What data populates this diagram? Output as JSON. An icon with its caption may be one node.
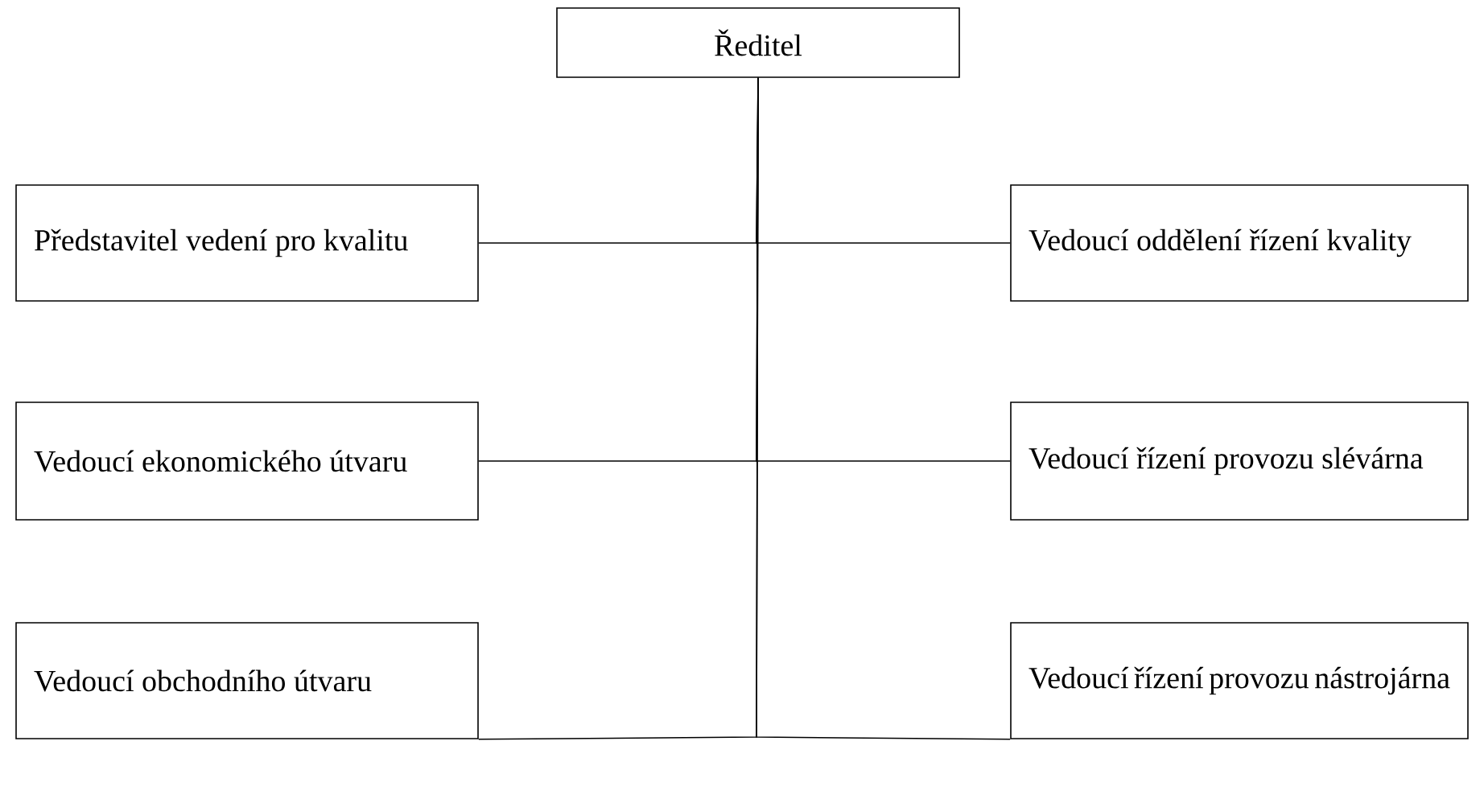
{
  "diagram": {
    "nodes": [
      {
        "text": [
          "Ředitel"
        ]
      },
      {
        "text": [
          "Představitel vedení pro kvalitu"
        ]
      },
      {
        "text": [
          "Vedoucí oddělení řízení kvality"
        ]
      },
      {
        "text": [
          "Vedoucí ekonomického útvaru"
        ]
      },
      {
        "text": [
          "Vedoucí řízení provozu slévárna"
        ]
      },
      {
        "text": [
          "Vedoucí obchodního útvaru"
        ]
      },
      {
        "text": [
          "Vedoucí řízení provozu nástrojárna"
        ]
      }
    ],
    "edges": [
      {
        "from": 0,
        "to": 1,
        "arrow": "none"
      },
      {
        "from": 0,
        "to": 2,
        "arrow": "none"
      },
      {
        "from": 0,
        "to": 3,
        "arrow": "none"
      },
      {
        "from": 0,
        "to": 4,
        "arrow": "none"
      },
      {
        "from": 0,
        "to": 5,
        "arrow": "none"
      },
      {
        "from": 0,
        "to": 6,
        "arrow": "none"
      }
    ]
  }
}
